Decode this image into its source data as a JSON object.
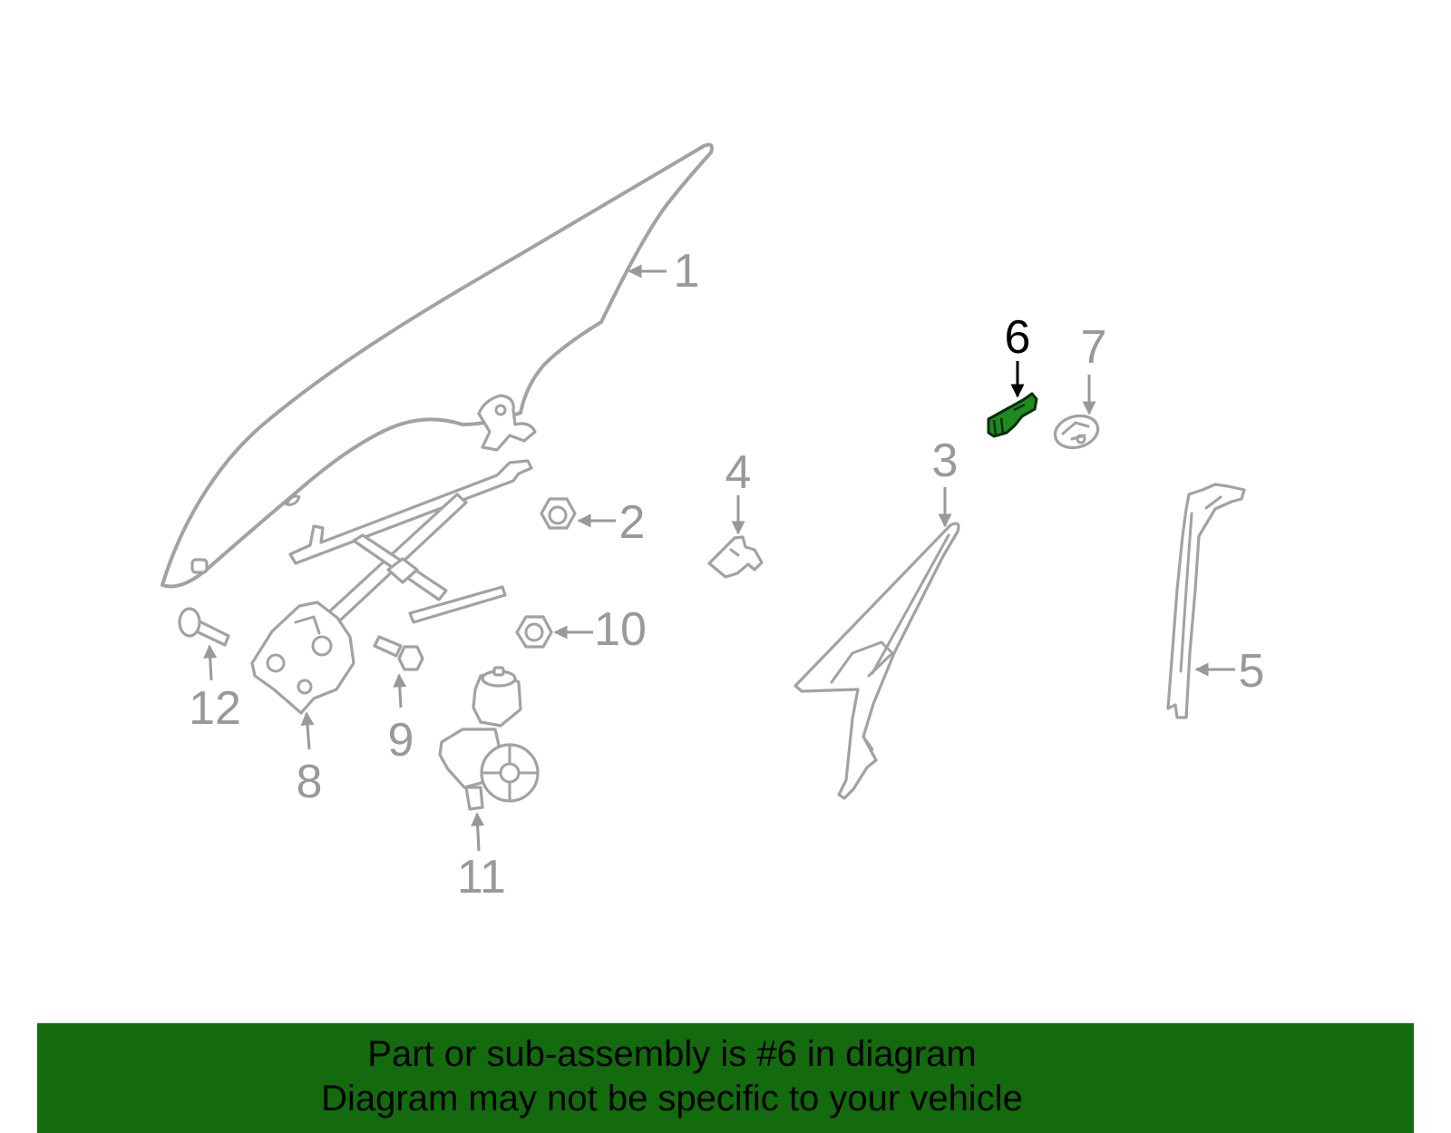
{
  "diagram": {
    "callouts": [
      "1",
      "2",
      "3",
      "4",
      "5",
      "6",
      "7",
      "8",
      "9",
      "10",
      "11",
      "12"
    ],
    "highlighted_callout": "6"
  },
  "banner": {
    "line1": "Part or sub-assembly is #6 in diagram",
    "line2": "Diagram may not be specific to your vehicle"
  },
  "colors": {
    "highlight_fill": "#1f8a1f",
    "highlight_stroke": "#0b2e0b",
    "banner_background": "#136b0e",
    "part_outline": "#a2a2a2",
    "callout_text": "#999999",
    "active_callout_text": "#000000"
  }
}
